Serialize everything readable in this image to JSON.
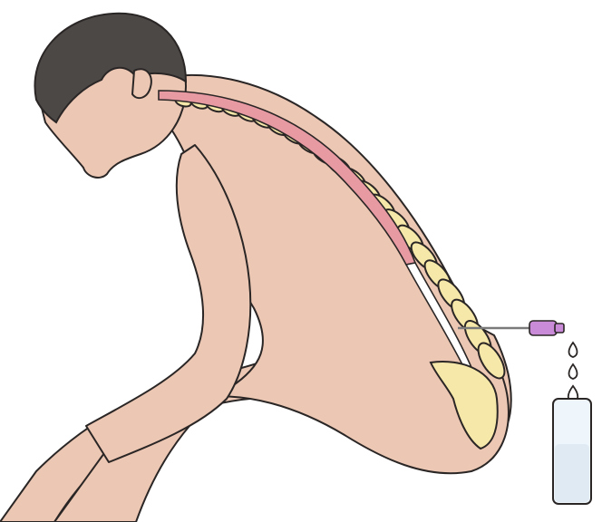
{
  "illustration": {
    "subject": "lumbar-puncture-seated-position",
    "colors": {
      "background": "#ffffff",
      "skin": "#ecc7b3",
      "outline": "#2b2626",
      "hair": "#4b4846",
      "vertebra": "#f6e8a8",
      "spinal_cord": "#e89aa3",
      "csf_space": "#ffffff",
      "needle_hub": "#c98ad8",
      "droplet": "#ffffff",
      "collection_tube": "#eef5fb",
      "collected_fluid": "#dfeaf3"
    },
    "icons": [
      "needle-icon",
      "droplet-icon",
      "collection-tube-icon"
    ],
    "droplets_shown": 3,
    "vertebrae_shown": 22
  }
}
